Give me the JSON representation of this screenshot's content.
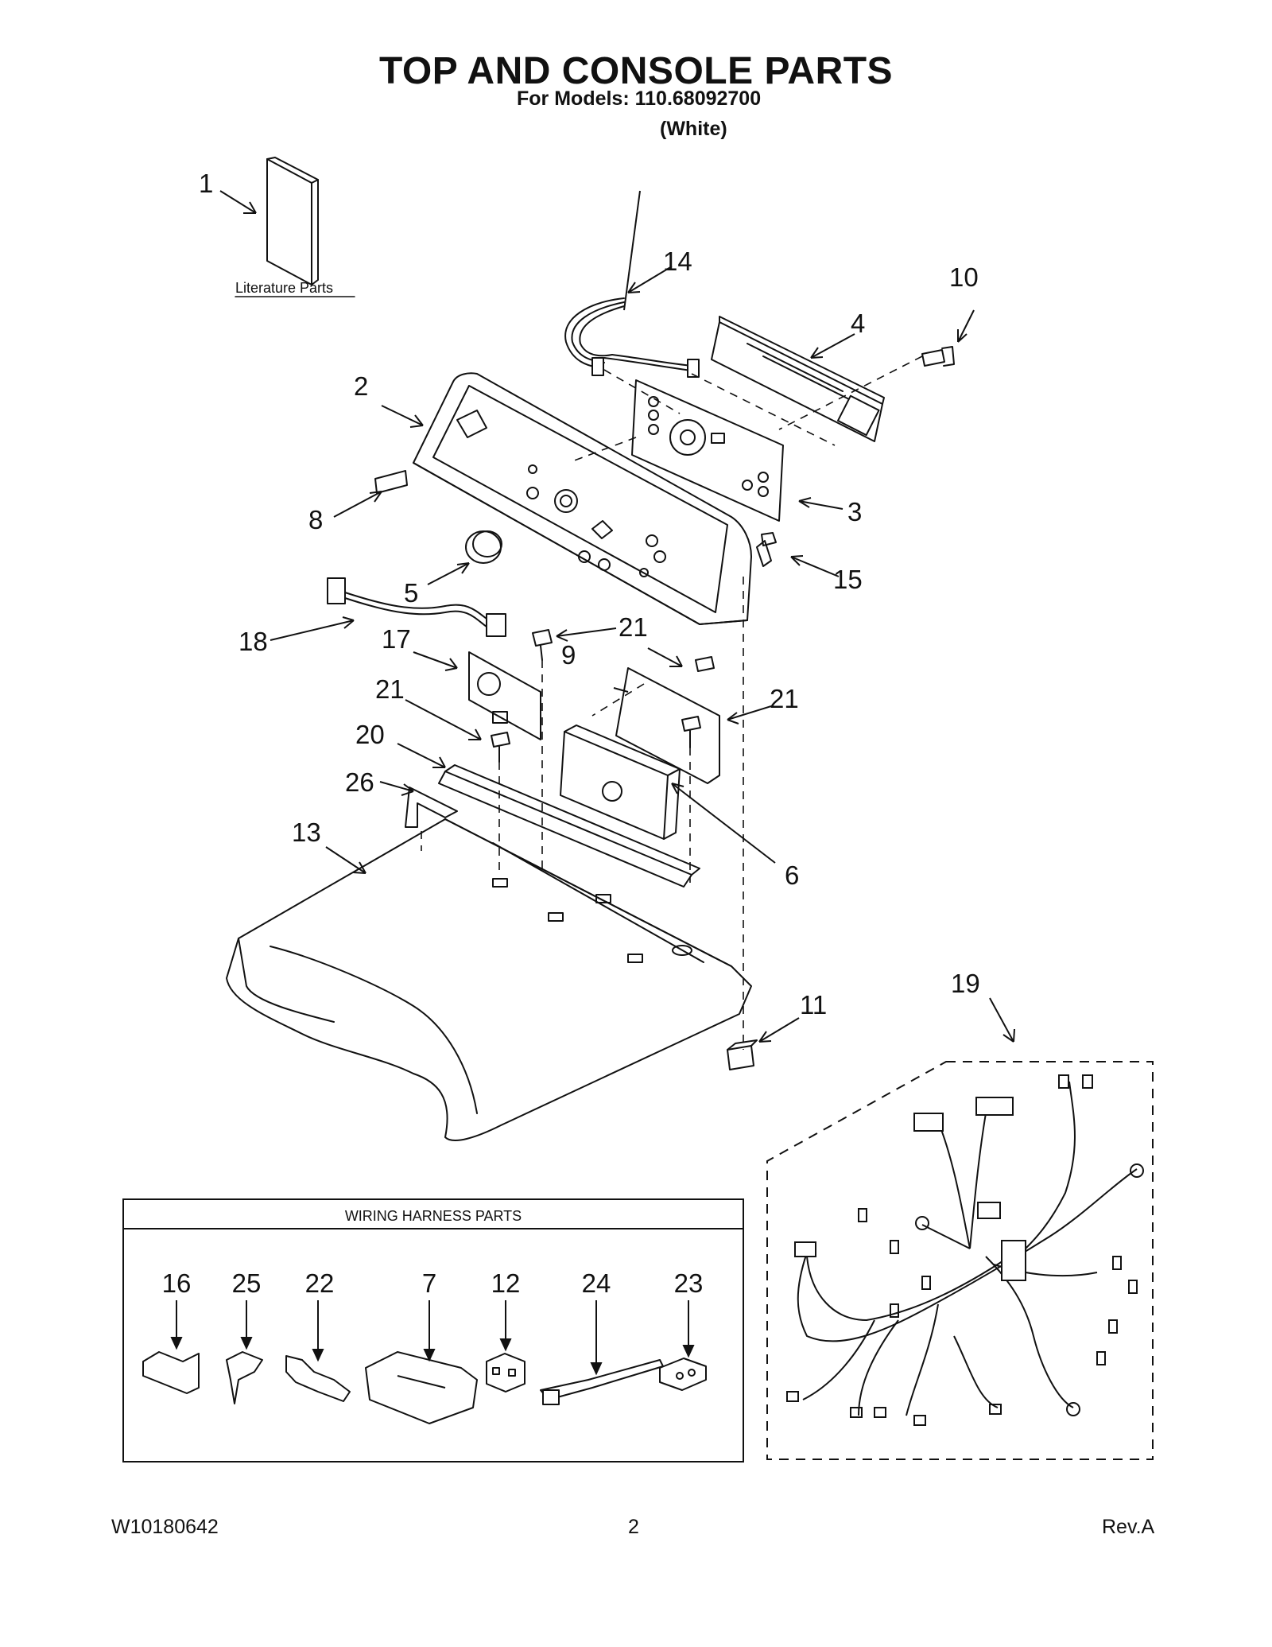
{
  "header": {
    "title": "TOP AND CONSOLE PARTS",
    "models_line": "For Models: 110.68092700",
    "variant": "(White)"
  },
  "labels": {
    "literature_parts": "Literature Parts",
    "wiring_harness_parts": "WIRING HARNESS PARTS"
  },
  "callouts": {
    "c1": "1",
    "c2": "2",
    "c3": "3",
    "c4": "4",
    "c5": "5",
    "c6": "6",
    "c8": "8",
    "c9": "9",
    "c10": "10",
    "c11": "11",
    "c13": "13",
    "c14": "14",
    "c15": "15",
    "c17": "17",
    "c18": "18",
    "c19": "19",
    "c20": "20",
    "c21a": "21",
    "c21b": "21",
    "c21c": "21",
    "c26": "26"
  },
  "harness_parts": [
    "16",
    "25",
    "22",
    "7",
    "12",
    "24",
    "23"
  ],
  "footer": {
    "doc_number": "W10180642",
    "page_number": "2",
    "revision": "Rev.A"
  }
}
